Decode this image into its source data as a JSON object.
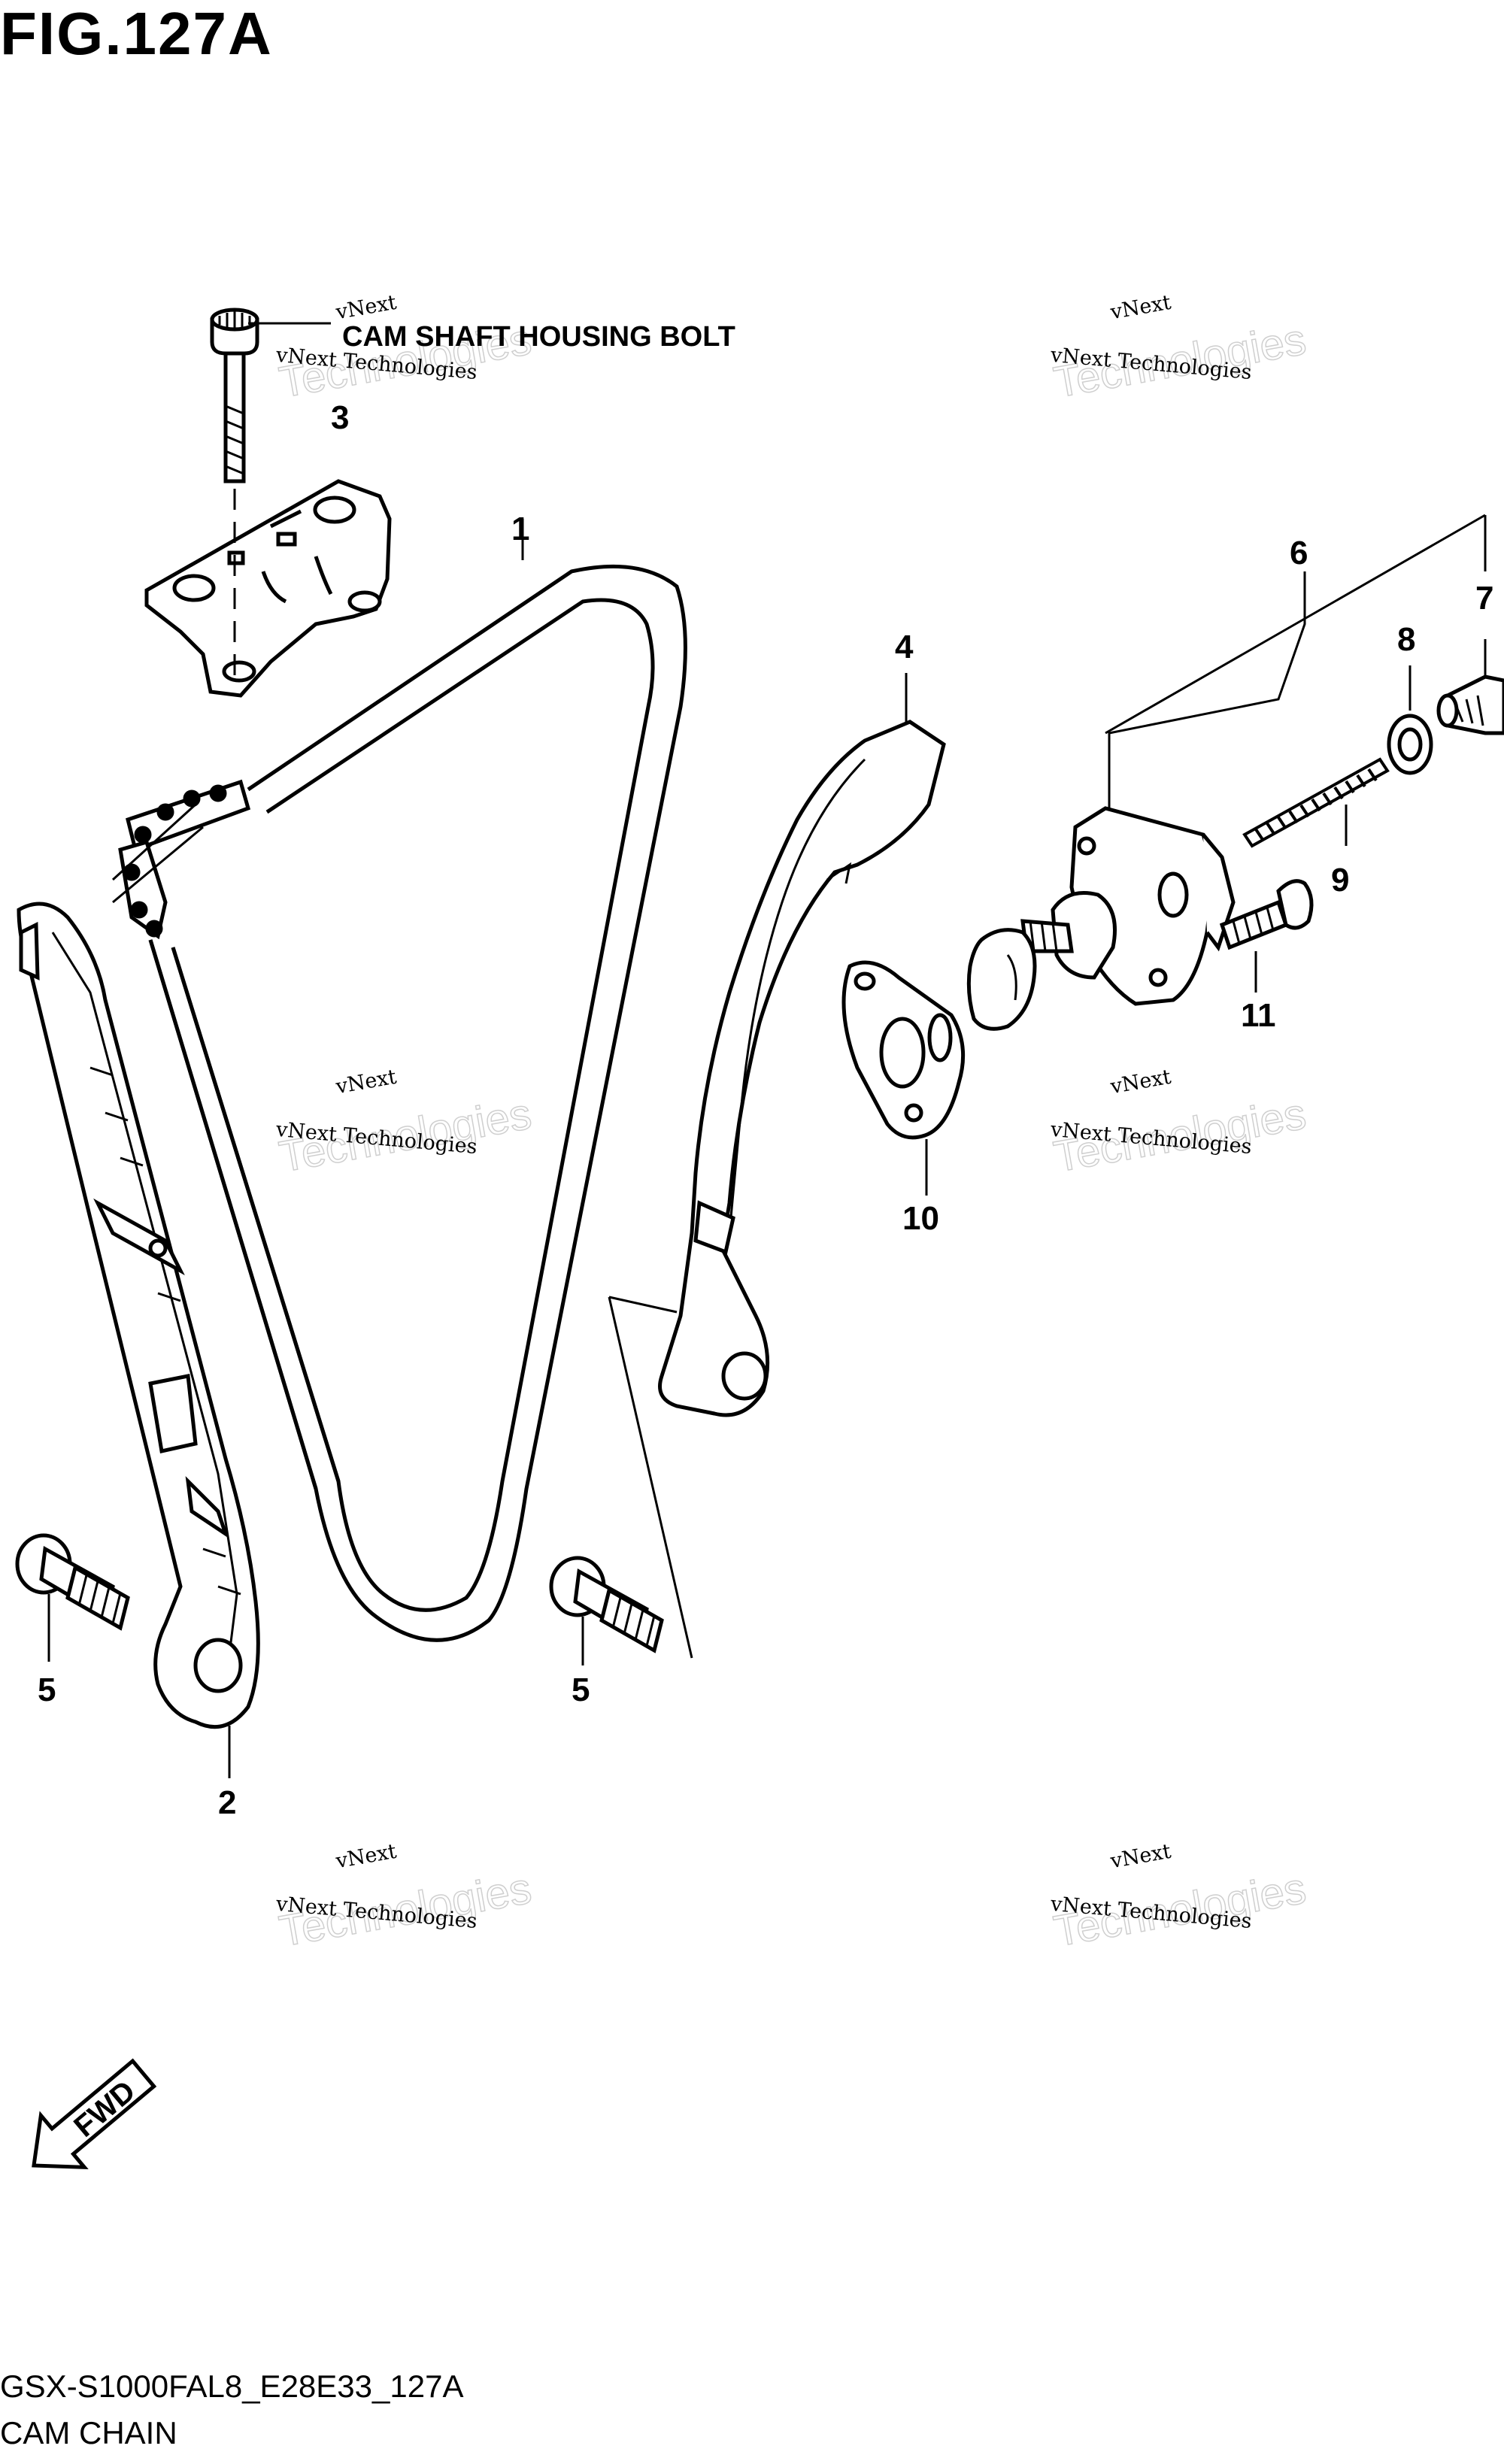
{
  "figure": {
    "title": "FIG.127A",
    "model_code": "GSX-S1000FAL8_E28E33_127A",
    "caption": "CAM CHAIN"
  },
  "note": "CAM SHAFT HOUSING BOLT",
  "fwd_label": "FWD",
  "watermarks": [
    {
      "line1": "vNext",
      "line2": "vNext Technologies",
      "line3": "Technologies"
    },
    {
      "line1": "vNext",
      "line2": "vNext Technologies",
      "line3": "Technologies"
    },
    {
      "line1": "vNext",
      "line2": "vNext Technologies",
      "line3": "Technologies"
    },
    {
      "line1": "vNext",
      "line2": "vNext Technologies",
      "line3": "Technologies"
    },
    {
      "line1": "vNext",
      "line2": "vNext Technologies",
      "line3": "Technologies"
    },
    {
      "line1": "vNext",
      "line2": "vNext Technologies",
      "line3": "Technologies"
    }
  ],
  "callouts": {
    "chain": "1",
    "guide_front": "2",
    "housing": "3",
    "guide_rear": "4",
    "bolt_left": "5",
    "bolt_right": "5",
    "tensioner": "6",
    "plug": "7",
    "washer": "8",
    "spring": "9",
    "gasket": "10",
    "tensioner_bolt": "11"
  }
}
